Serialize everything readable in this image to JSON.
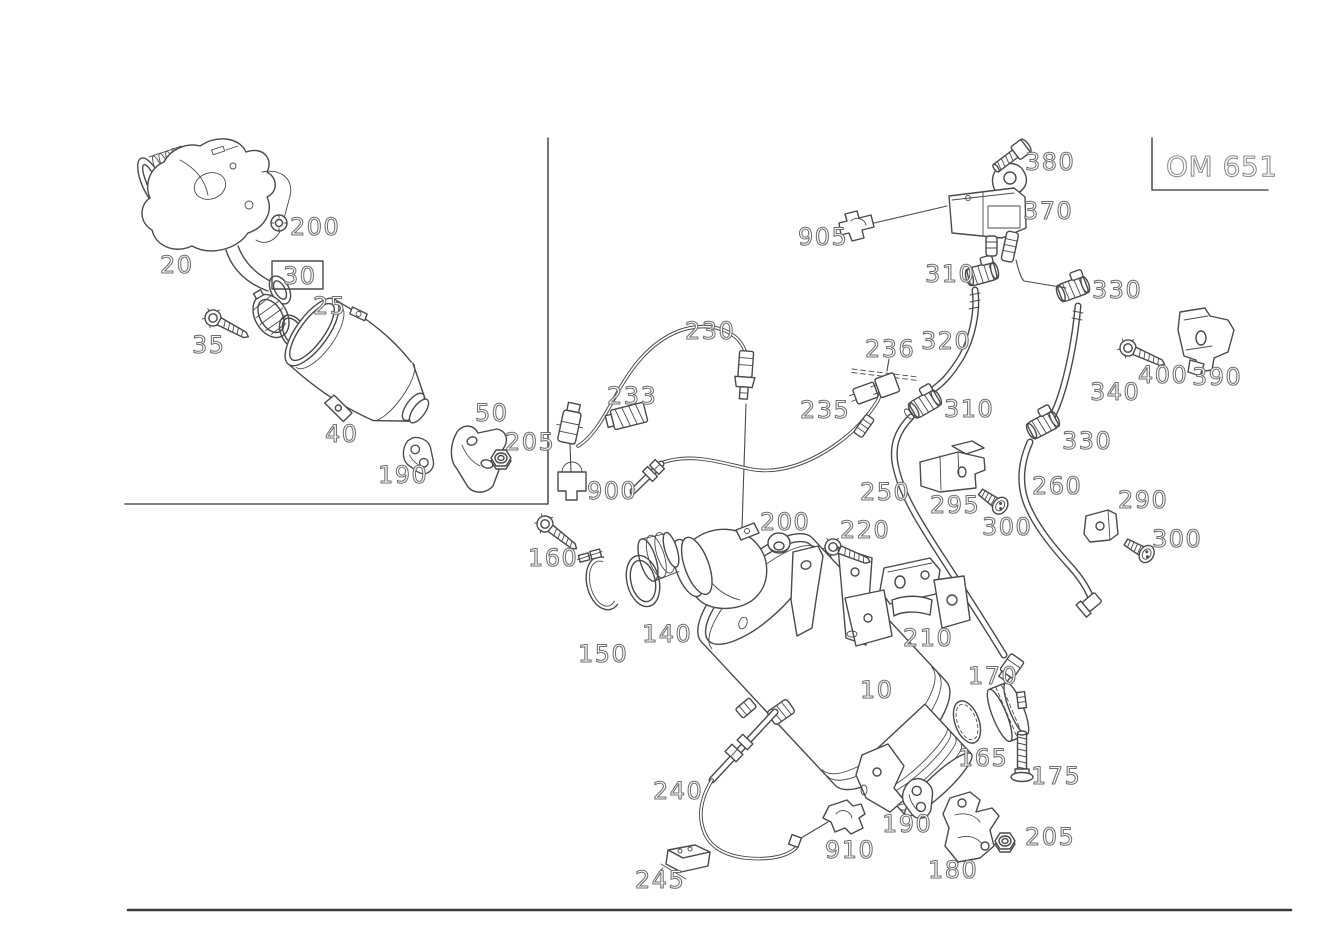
{
  "diagram": {
    "type": "parts-exploded-view",
    "engine_code_label": "OM 651",
    "background": "#ffffff",
    "line_color": "#4a4a4a",
    "label_outline_color": "#6f6f6f",
    "highlight": {
      "part_number": "30",
      "box_color": "#e8121b"
    }
  },
  "inset_labels": [
    {
      "text": "20"
    },
    {
      "text": "200"
    },
    {
      "text": "30"
    },
    {
      "text": "25"
    },
    {
      "text": "35"
    },
    {
      "text": "40"
    },
    {
      "text": "50"
    },
    {
      "text": "190"
    },
    {
      "text": "205"
    }
  ],
  "main_labels": [
    {
      "text": "380"
    },
    {
      "text": "370"
    },
    {
      "text": "905"
    },
    {
      "text": "310"
    },
    {
      "text": "330"
    },
    {
      "text": "230"
    },
    {
      "text": "236"
    },
    {
      "text": "320"
    },
    {
      "text": "233"
    },
    {
      "text": "235"
    },
    {
      "text": "310"
    },
    {
      "text": "340"
    },
    {
      "text": "400"
    },
    {
      "text": "390"
    },
    {
      "text": "330"
    },
    {
      "text": "250"
    },
    {
      "text": "260"
    },
    {
      "text": "290"
    },
    {
      "text": "295"
    },
    {
      "text": "300"
    },
    {
      "text": "300"
    },
    {
      "text": "900"
    },
    {
      "text": "200"
    },
    {
      "text": "220"
    },
    {
      "text": "160"
    },
    {
      "text": "140"
    },
    {
      "text": "150"
    },
    {
      "text": "210"
    },
    {
      "text": "170"
    },
    {
      "text": "10"
    },
    {
      "text": "165"
    },
    {
      "text": "175"
    },
    {
      "text": "240"
    },
    {
      "text": "190"
    },
    {
      "text": "205"
    },
    {
      "text": "910"
    },
    {
      "text": "180"
    },
    {
      "text": "245"
    }
  ]
}
